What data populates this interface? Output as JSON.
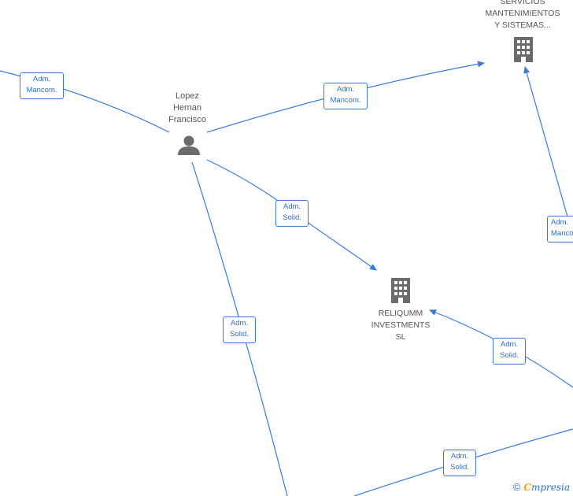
{
  "nodes": {
    "person": {
      "lines": [
        "Lopez",
        "Hernan",
        "Francisco"
      ]
    },
    "company_top": {
      "lines": [
        "SERVICIOS",
        "MANTENIMIENTOS",
        "Y SISTEMAS..."
      ]
    },
    "company_mid": {
      "lines": [
        "RELIQUMM",
        "INVESTMENTS",
        "SL"
      ]
    }
  },
  "edges": [
    {
      "line1": "Adm.",
      "line2": "Mancom."
    },
    {
      "line1": "Adm.",
      "line2": "Mancom."
    },
    {
      "line1": "Adm.",
      "line2": "Solid."
    },
    {
      "line1": "Adm.",
      "line2": "Mancom."
    },
    {
      "line1": "Adm.",
      "line2": "Solid."
    },
    {
      "line1": "Adm.",
      "line2": "Solid."
    },
    {
      "line1": "Adm.",
      "line2": "Solid."
    }
  ],
  "footer": {
    "copyright": "©",
    "brand_initial": "C",
    "brand_rest": "mpresia"
  },
  "colors": {
    "edge": "#3a7bd5",
    "icon": "#6b6b6b",
    "label": "#555555"
  }
}
